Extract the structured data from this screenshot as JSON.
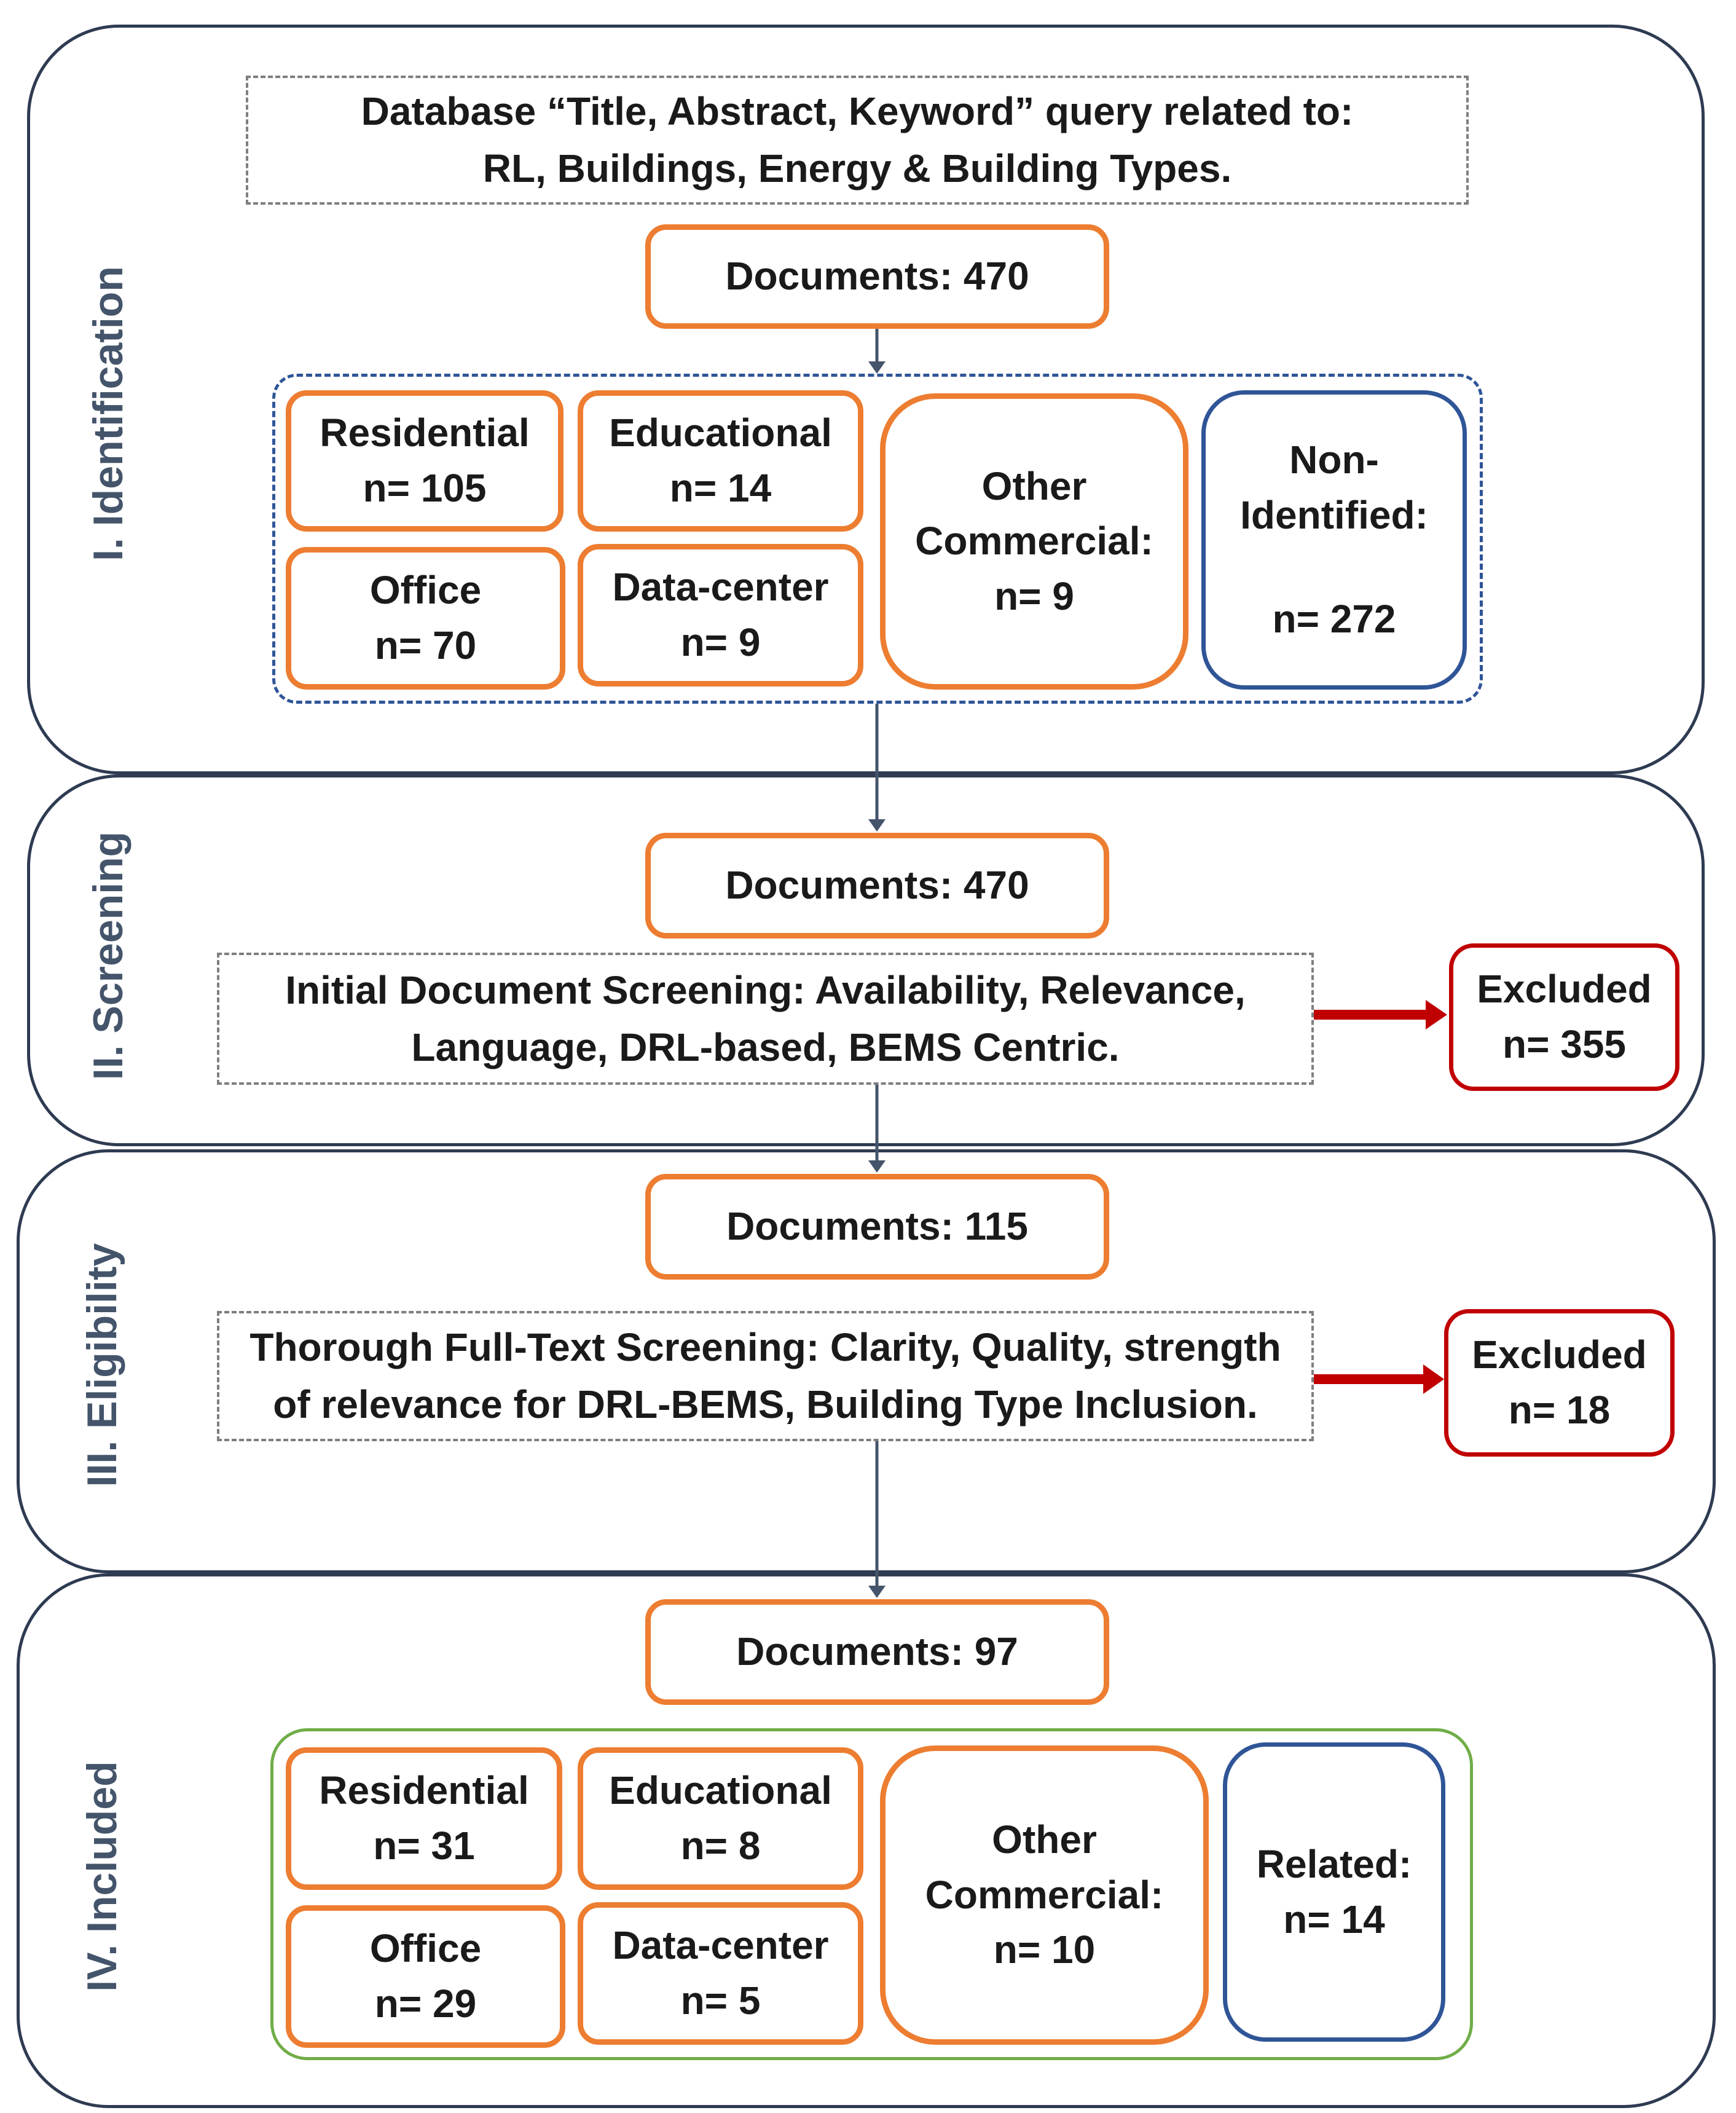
{
  "stages": {
    "identification": "I. Identification",
    "screening": "II. Screening",
    "eligibility": "III. Eligibility",
    "included": "IV. Included"
  },
  "identification": {
    "query_line1": "Database “Title, Abstract, Keyword” query related to:",
    "query_line2": "RL, Buildings, Energy & Building Types.",
    "documents": "Documents: 470",
    "residential": {
      "label": "Residential",
      "count": "n= 105"
    },
    "educational": {
      "label": "Educational",
      "count": "n= 14"
    },
    "office": {
      "label": "Office",
      "count": "n= 70"
    },
    "datacenter": {
      "label": "Data-center",
      "count": "n= 9"
    },
    "other_commercial": {
      "line1": "Other",
      "line2": "Commercial:",
      "count": "n= 9"
    },
    "non_identified": {
      "line1": "Non-",
      "line2": "Identified:",
      "count": "n= 272"
    }
  },
  "screening": {
    "documents": "Documents: 470",
    "criteria_line1": "Initial Document Screening: Availability, Relevance,",
    "criteria_line2": "Language, DRL-based, BEMS Centric.",
    "excluded": {
      "label": "Excluded",
      "count": "n= 355"
    }
  },
  "eligibility": {
    "documents": "Documents: 115",
    "criteria_line1": "Thorough Full-Text Screening: Clarity, Quality, strength",
    "criteria_line2": "of relevance for DRL-BEMS, Building Type Inclusion.",
    "excluded": {
      "label": "Excluded",
      "count": "n= 18"
    }
  },
  "included": {
    "documents": "Documents: 97",
    "residential": {
      "label": "Residential",
      "count": "n= 31"
    },
    "educational": {
      "label": "Educational",
      "count": "n= 8"
    },
    "office": {
      "label": "Office",
      "count": "n= 29"
    },
    "datacenter": {
      "label": "Data-center",
      "count": "n= 5"
    },
    "other_commercial": {
      "line1": "Other",
      "line2": "Commercial:",
      "count": "n= 10"
    },
    "related": {
      "label": "Related:",
      "count": "n= 14"
    }
  },
  "colors": {
    "stage_border": "#2e3b52",
    "stage_label": "#44546a",
    "orange": "#ed7d31",
    "blue": "#2f5597",
    "red": "#c00000",
    "green": "#70ad47",
    "arrow": "#44546a"
  }
}
